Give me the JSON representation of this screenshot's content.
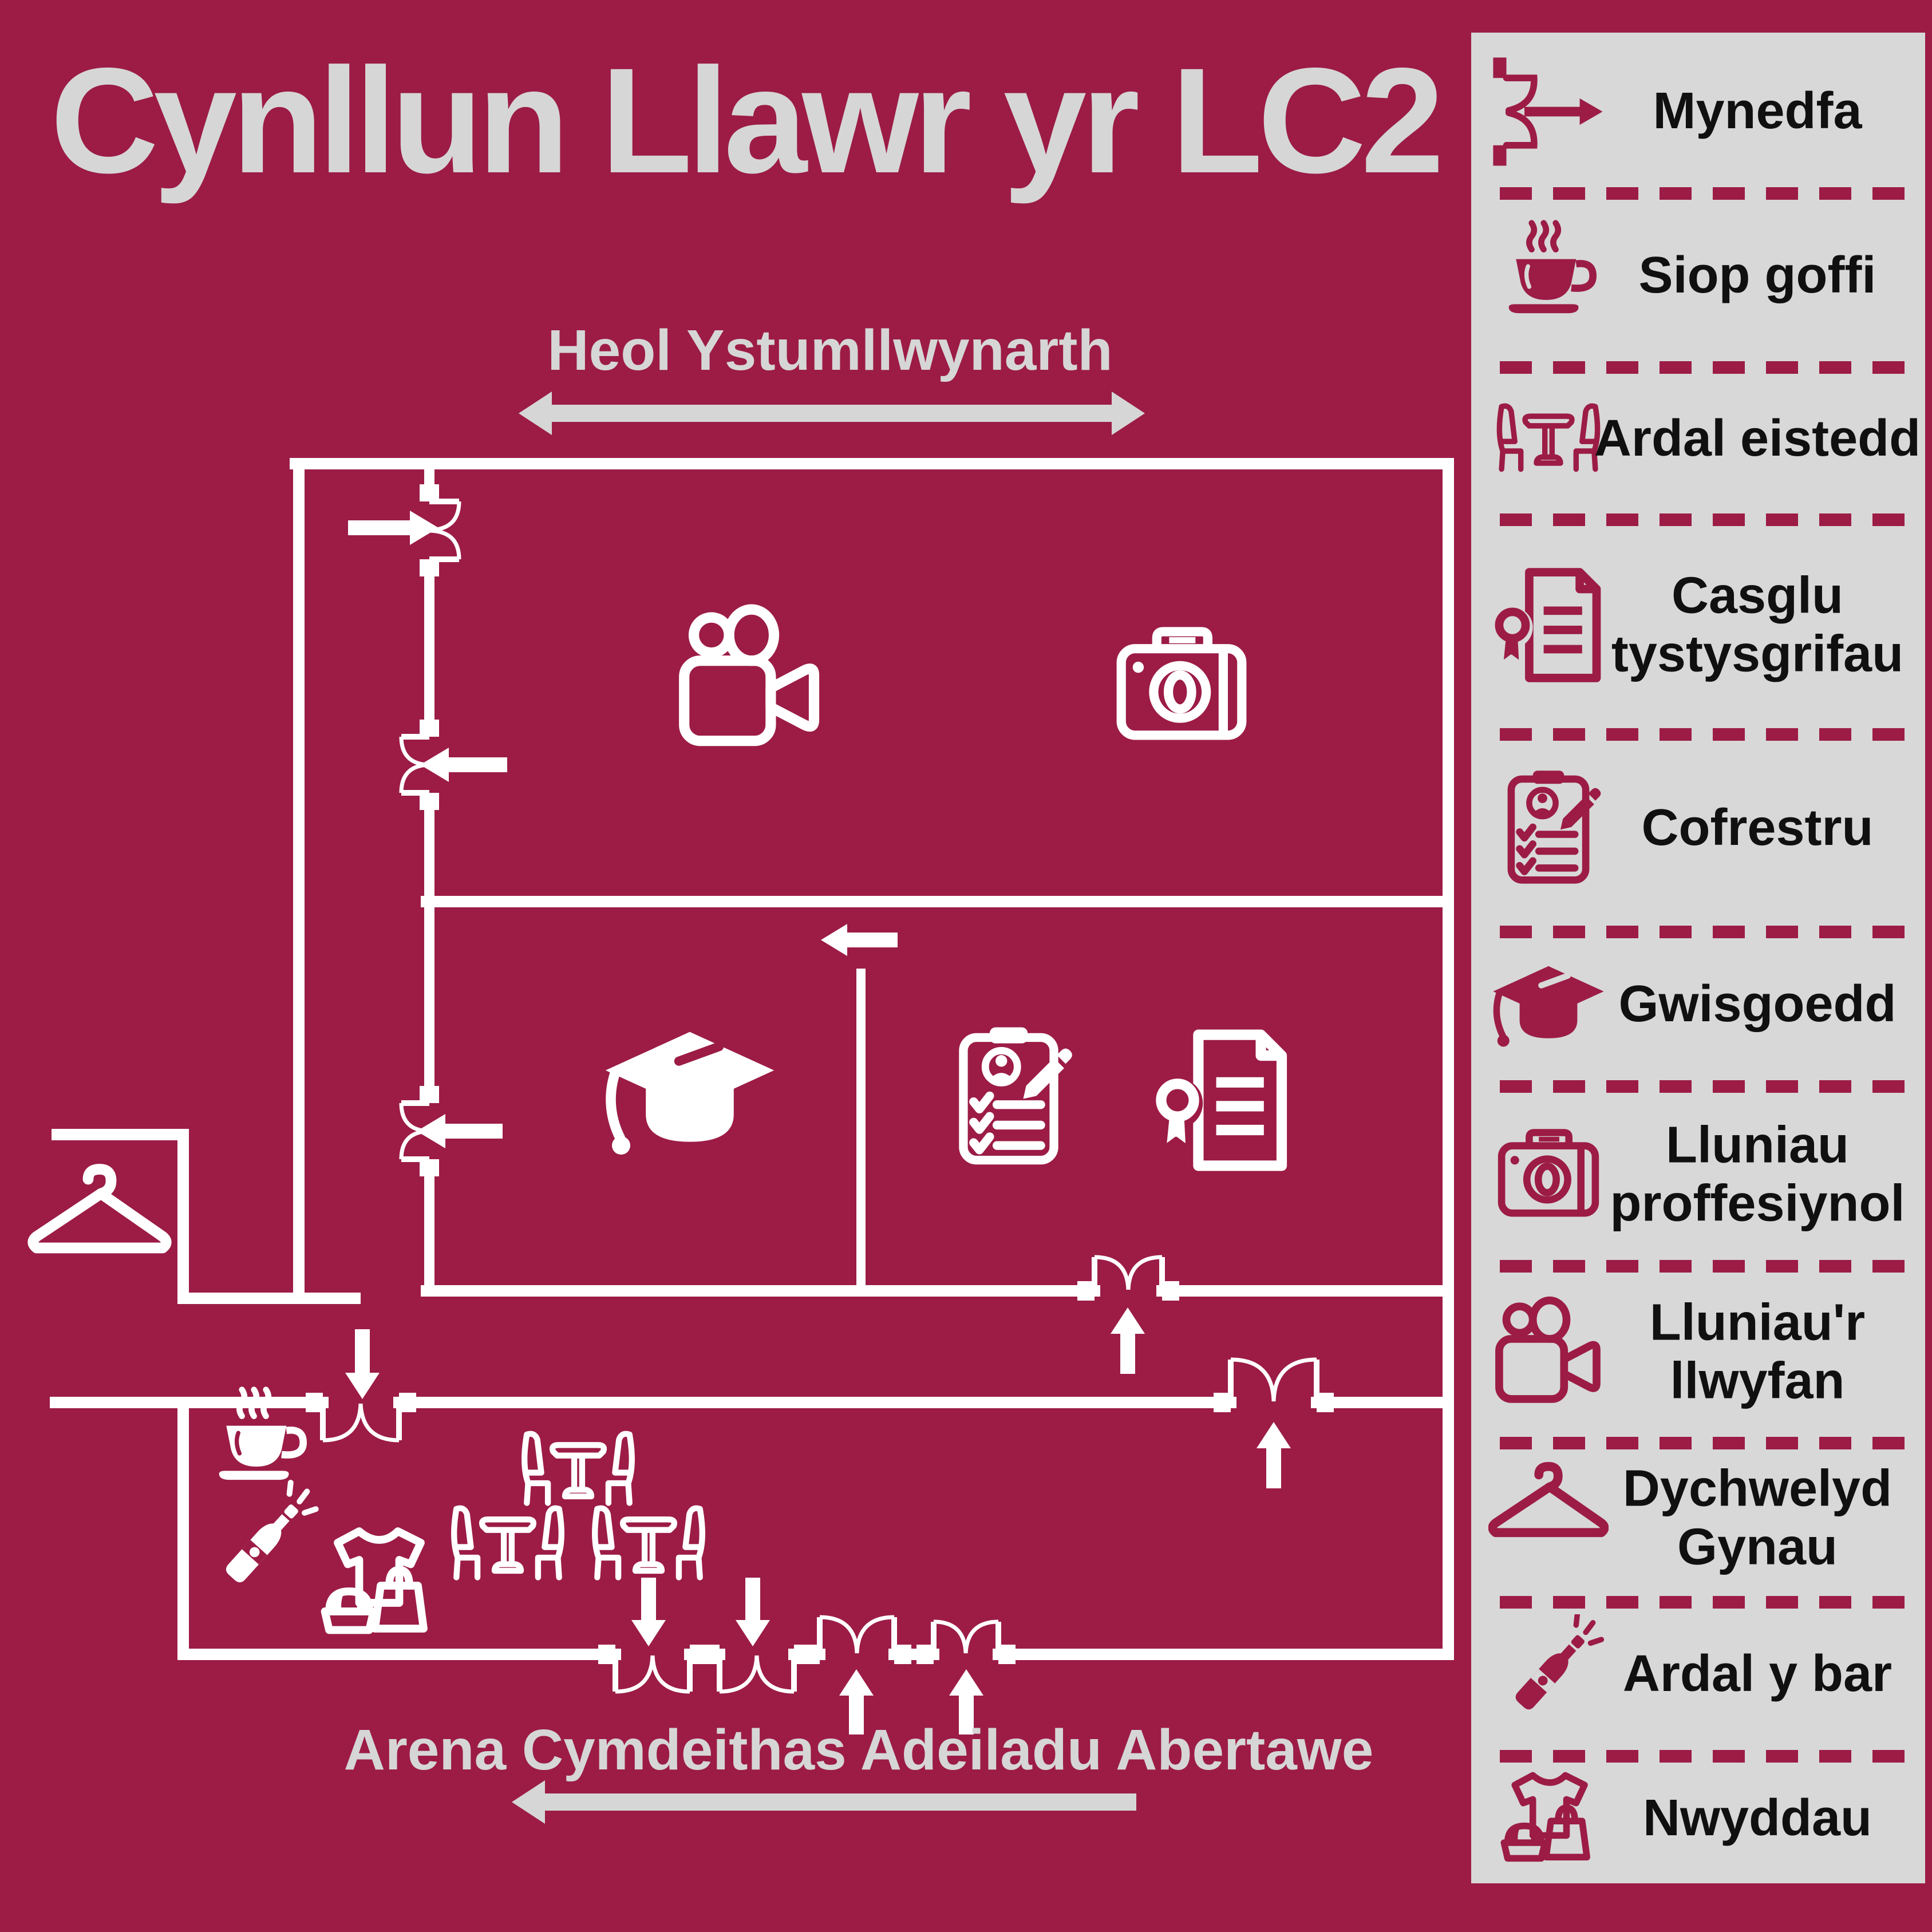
{
  "title": "Cynllun Llawr yr LC2",
  "streets": {
    "top": "Heol Ystumllwynarth",
    "bottom": "Arena Cymdeithas Adeiladu Abertawe"
  },
  "colors": {
    "background_maroon": "#9C1C46",
    "legend_panel_gray": "#D8D8D8",
    "heading_gray": "#D6D6D6",
    "legend_text_black": "#101010",
    "plan_lines_white": "#FFFFFF"
  },
  "legend": {
    "items": [
      {
        "label": "Mynedfa",
        "icon": "entrance-door-arrow-icon"
      },
      {
        "label": "Siop goffi",
        "icon": "coffee-cup-icon"
      },
      {
        "label": "Ardal eistedd",
        "icon": "table-and-chairs-icon"
      },
      {
        "label": "Casglu tystysgrifau",
        "icon": "certificate-icon"
      },
      {
        "label": "Cofrestru",
        "icon": "registration-clipboard-icon"
      },
      {
        "label": "Gwisgoedd",
        "icon": "graduation-cap-icon"
      },
      {
        "label": "Lluniau proffesiynol",
        "icon": "photo-camera-icon"
      },
      {
        "label": "Lluniau'r llwyfan",
        "icon": "video-camera-icon"
      },
      {
        "label": "Dychwelyd Gynau",
        "icon": "coat-hanger-icon"
      },
      {
        "label": "Ardal y bar",
        "icon": "champagne-bottle-icon"
      },
      {
        "label": "Nwyddau",
        "icon": "merchandise-icon"
      }
    ]
  },
  "plan": {
    "icons": [
      "video-camera-icon",
      "photo-camera-icon",
      "graduation-cap-icon",
      "registration-clipboard-icon",
      "certificate-icon",
      "coat-hanger-icon",
      "coffee-cup-icon",
      "champagne-bottle-icon",
      "merchandise-icon",
      "table-and-chairs-icon"
    ],
    "door_count": 13,
    "direction_arrows": "white"
  }
}
